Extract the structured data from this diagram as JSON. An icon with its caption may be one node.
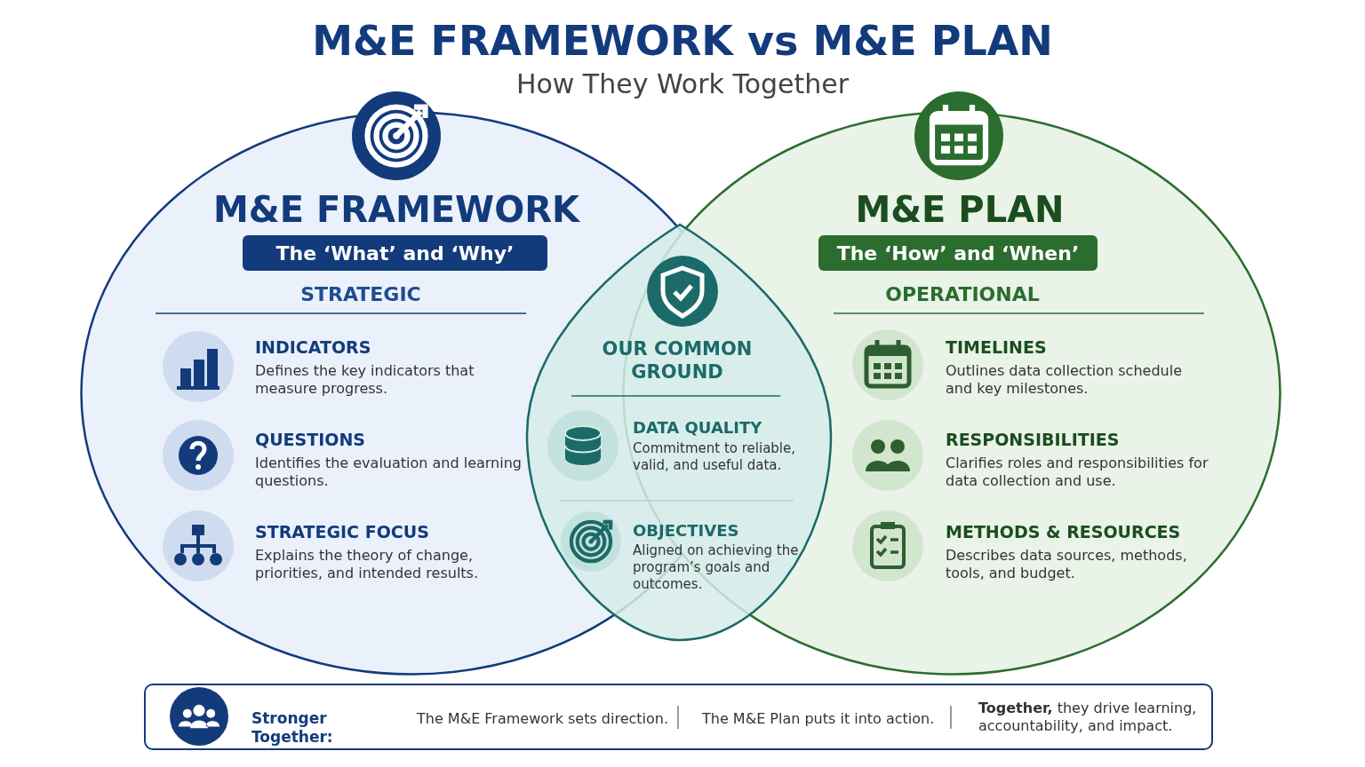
{
  "diagram": {
    "title": "M&E FRAMEWORK vs M&E PLAN",
    "nodes": [
      {
        "text": [
          "M&E FRAMEWORK",
          "STRATEGIC"
        ]
      },
      {
        "text": [
          "The ‘What’ and ‘Why’"
        ],
        "in": 0
      },
      {
        "text": [
          "M&E PLAN",
          "OPERATIONAL"
        ]
      },
      {
        "text": [
          "The ‘How’ and ‘When’"
        ],
        "in": 2
      },
      {
        "text": [
          "OUR COMMON GROUND"
        ]
      },
      {
        "text": [
          "Stronger Together:",
          "The M&E Framework sets direction.",
          "The M&E Plan puts it into action.",
          "**Together,** they drive learning, accountability, and impact."
        ]
      }
    ],
    "labels": [
      "How They Work Together",
      "INDICATORS",
      "Defines the key indicators that measure progress.",
      "QUESTIONS",
      "Identifies the evaluation and learning questions.",
      "STRATEGIC FOCUS",
      "Explains the theory of change, priorities, and intended results.",
      "DATA QUALITY",
      "Commitment to reliable, valid, and useful data.",
      "OBJECTIVES",
      "Aligned on achieving the program’s goals and outcomes.",
      "TIMELINES",
      "Outlines data collection schedule and key milestones.",
      "RESPONSIBILITIES",
      "Clarifies roles and responsibilities for data collection and use.",
      "METHODS & RESOURCES",
      "Describes data sources, methods, tools, and budget."
    ]
  }
}
